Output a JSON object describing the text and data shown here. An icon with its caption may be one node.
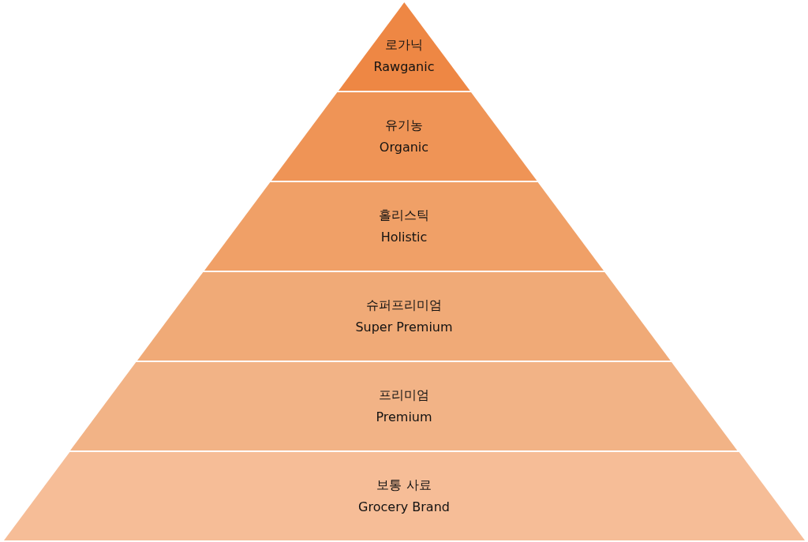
{
  "diagram": {
    "nodes": [
      {
        "text": [
          "로가닉",
          "Rawganic"
        ]
      },
      {
        "text": [
          "유기농",
          "Organic"
        ]
      },
      {
        "text": [
          "홀리스틱",
          "Holistic"
        ]
      },
      {
        "text": [
          "슈퍼프리미엄",
          "Super Premium"
        ]
      },
      {
        "text": [
          "프리미엄",
          "Premium"
        ]
      },
      {
        "text": [
          "보통 사료",
          "Grocery Brand"
        ]
      }
    ]
  }
}
